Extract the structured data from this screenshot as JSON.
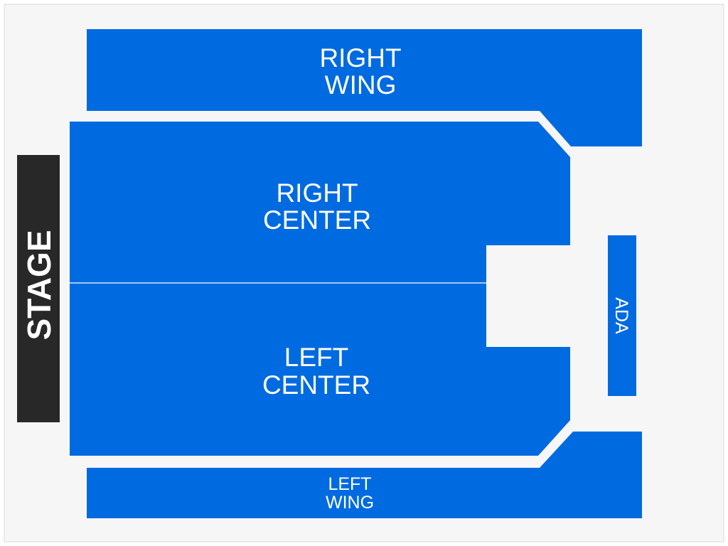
{
  "seating_chart": {
    "colors": {
      "background": "#f6f6f6",
      "frame": "#d9d9d9",
      "section": "#006ae0",
      "divider": "#ffffff",
      "stage": "#282828"
    },
    "stage": {
      "label": "STAGE"
    },
    "sections": {
      "right_wing": {
        "line1": "RIGHT",
        "line2": "WING"
      },
      "right_center": {
        "line1": "RIGHT",
        "line2": "CENTER"
      },
      "left_center": {
        "line1": "LEFT",
        "line2": "CENTER"
      },
      "left_wing": {
        "line1": "LEFT",
        "line2": "WING"
      },
      "ada": {
        "label": "ADA"
      }
    }
  }
}
